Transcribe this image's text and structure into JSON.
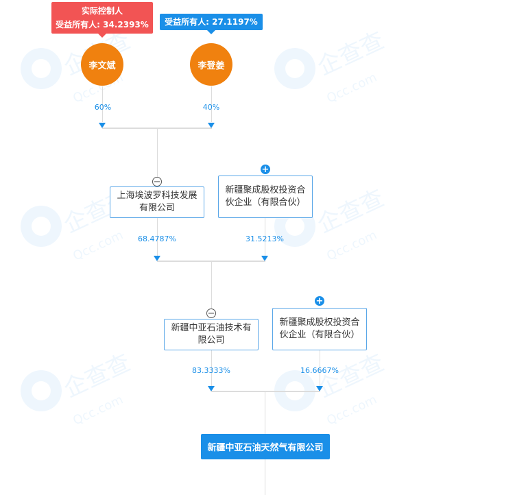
{
  "watermark": {
    "brand": "企查查",
    "domain": "Qcc.com"
  },
  "holders": [
    {
      "name": "李文斌",
      "tag_title": "实际控制人",
      "tag_text": "受益所有人: 34.2393%",
      "tag_color": "#f25454",
      "share": "60%"
    },
    {
      "name": "李登姜",
      "tag_text": "受益所有人: 27.1197%",
      "tag_color": "#1a8fe8",
      "share": "40%"
    }
  ],
  "level1": [
    {
      "name": "上海埃波罗科技发展有限公司",
      "share": "68.4787%",
      "toggle": "−"
    },
    {
      "name": "新疆聚成股权投资合伙企业（有限合伙）",
      "share": "31.5213%",
      "toggle": "+"
    }
  ],
  "level2": [
    {
      "name": "新疆中亚石油技术有限公司",
      "share": "83.3333%",
      "toggle": "−"
    },
    {
      "name": "新疆聚成股权投资合伙企业（有限合伙）",
      "share": "16.6667%",
      "toggle": "+"
    }
  ],
  "target": {
    "name": "新疆中亚石油天然气有限公司"
  },
  "colors": {
    "accent": "#1a8fe8",
    "person": "#f0810f",
    "controller_tag": "#f25454"
  }
}
